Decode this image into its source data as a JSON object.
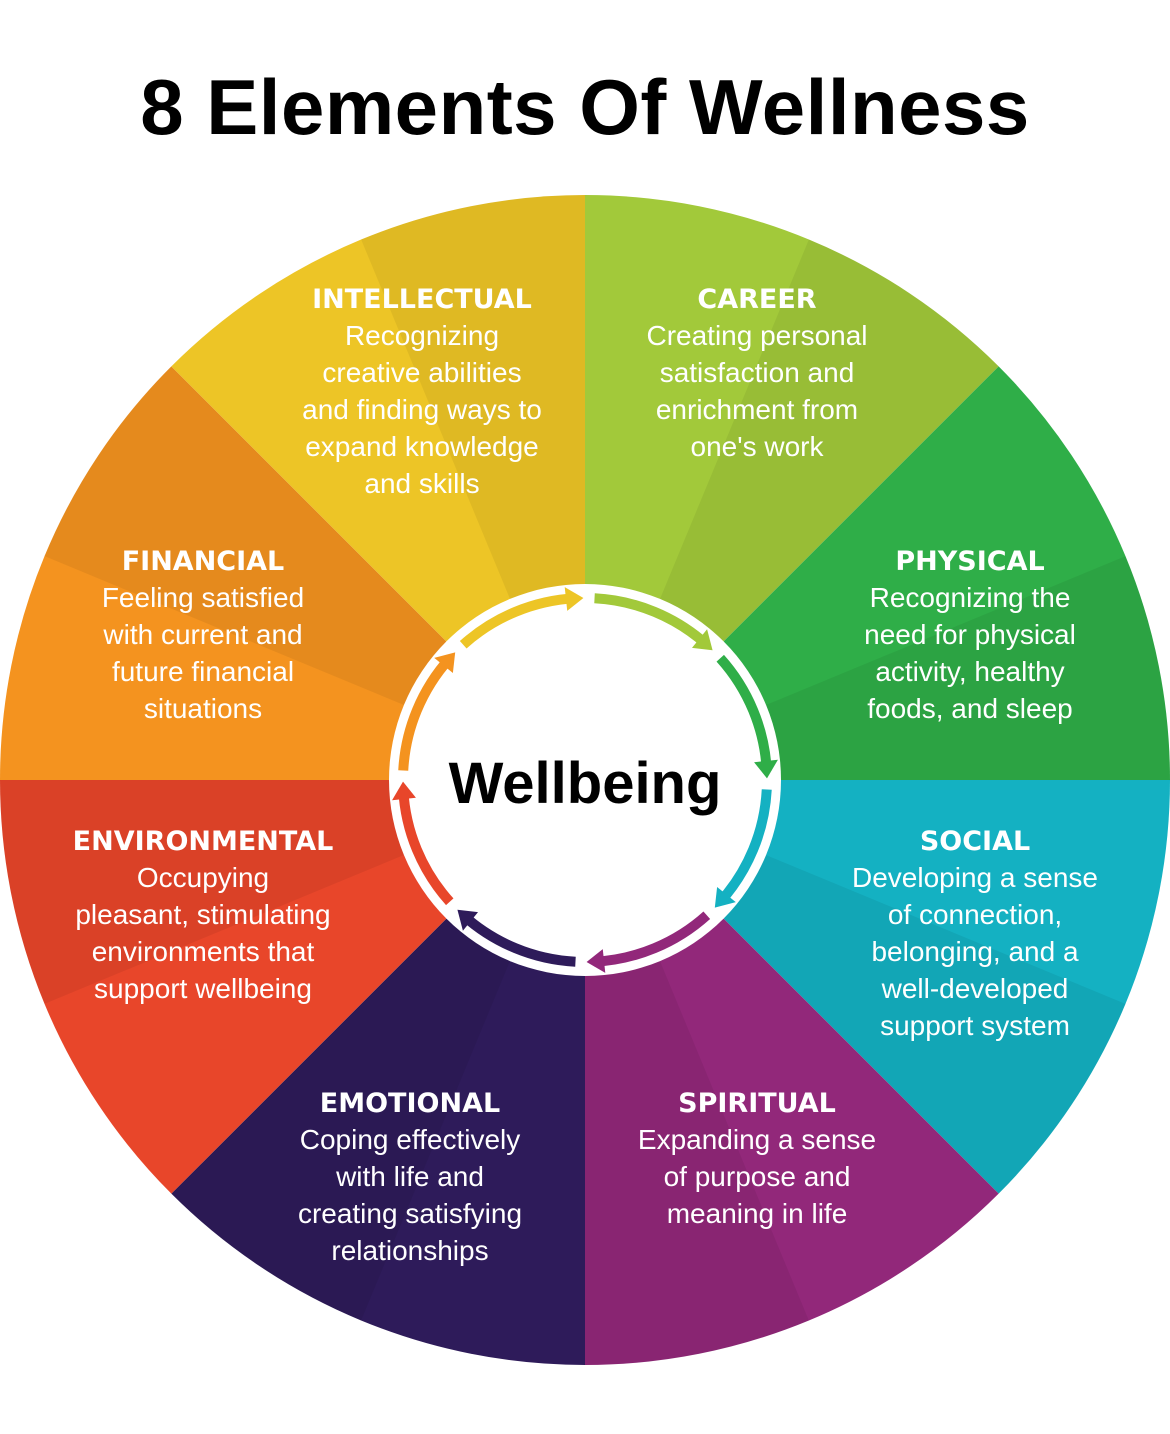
{
  "title": "8 Elements Of Wellness",
  "center": "Wellbeing",
  "segments": [
    {
      "name": "CAREER",
      "color": "#a2c93a",
      "lines": [
        "Creating personal",
        "satisfaction and",
        "enrichment from",
        "one's work"
      ]
    },
    {
      "name": "PHYSICAL",
      "color": "#2fae48",
      "lines": [
        "Recognizing the",
        "need for physical",
        "activity, healthy",
        "foods, and sleep"
      ]
    },
    {
      "name": "SOCIAL",
      "color": "#14b1c2",
      "lines": [
        "Developing a sense",
        "of connection,",
        "belonging, and a",
        "well-developed",
        "support system"
      ]
    },
    {
      "name": "SPIRITUAL",
      "color": "#92287a",
      "lines": [
        "Expanding a sense",
        "of purpose and",
        "meaning in life"
      ]
    },
    {
      "name": "EMOTIONAL",
      "color": "#2e1b5a",
      "lines": [
        "Coping effectively",
        "with life and",
        "creating satisfying",
        "relationships"
      ]
    },
    {
      "name": "ENVIRONMENTAL",
      "color": "#e8462a",
      "lines": [
        "Occupying",
        "pleasant, stimulating",
        "environments that",
        "support wellbeing"
      ]
    },
    {
      "name": "FINANCIAL",
      "color": "#f4931f",
      "lines": [
        "Feeling satisfied",
        "with current and",
        "future financial",
        "situations"
      ]
    },
    {
      "name": "INTELLECTUAL",
      "color": "#edc526",
      "lines": [
        "Recognizing",
        "creative abilities",
        "and finding ways to",
        "expand knowledge",
        "and skills"
      ]
    }
  ]
}
